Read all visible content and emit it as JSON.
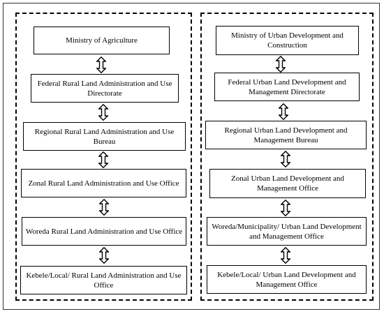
{
  "left_column": {
    "boxes": [
      "Ministry of Agriculture",
      "Federal Rural Land Administration and Use Directorate",
      "Regional Rural Land Administration and Use Bureau",
      "Zonal Rural Land Administration and Use Office",
      "Woreda Rural Land Administration and Use Office",
      "Kebele/Local/  Rural Land Administration and Use Office"
    ]
  },
  "right_column": {
    "boxes": [
      "Ministry of Urban Development and Construction",
      "Federal Urban Land Development and Management Directorate",
      "Regional Urban Land Development and Management Bureau",
      "Zonal Urban Land Development and Management Office",
      "Woreda/Municipality/  Urban Land Development and Management Office",
      "Kebele/Local/  Urban Land Development and Management Office"
    ]
  },
  "colors": {
    "line": "#000000",
    "background": "#ffffff"
  },
  "icons": {
    "connector": "double-headed-vertical-arrow-icon"
  }
}
